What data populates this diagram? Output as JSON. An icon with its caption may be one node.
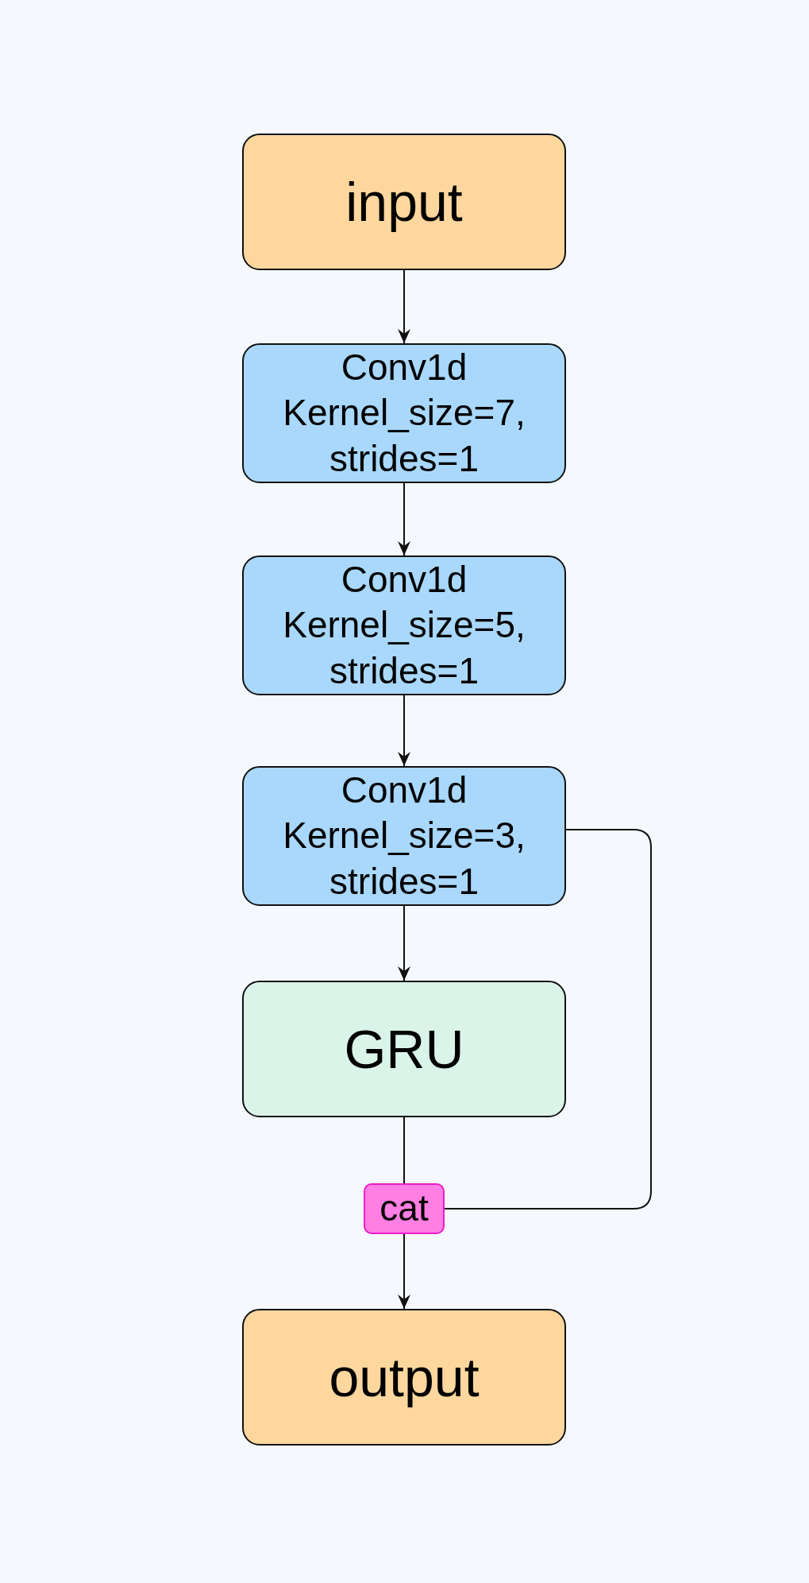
{
  "diagram": {
    "nodes": [
      {
        "text": [
          "input"
        ]
      },
      {
        "text": [
          "Conv1d",
          "Kernel_size=7, strides=1"
        ]
      },
      {
        "text": [
          "Conv1d",
          "Kernel_size=5, strides=1"
        ]
      },
      {
        "text": [
          "Conv1d",
          "Kernel_size=3, strides=1"
        ]
      },
      {
        "text": [
          "GRU"
        ]
      },
      {
        "text": [
          "cat"
        ]
      },
      {
        "text": [
          "output"
        ]
      }
    ],
    "edges": [
      {
        "from": 0,
        "to": 1,
        "arrow": "to"
      },
      {
        "from": 1,
        "to": 2,
        "arrow": "to"
      },
      {
        "from": 2,
        "to": 3,
        "arrow": "to"
      },
      {
        "from": 3,
        "to": 4,
        "arrow": "to"
      },
      {
        "from": 4,
        "to": 5,
        "arrow": "none"
      },
      {
        "from": 3,
        "to": 5,
        "arrow": "none"
      },
      {
        "from": 5,
        "to": 6,
        "arrow": "to"
      }
    ]
  }
}
